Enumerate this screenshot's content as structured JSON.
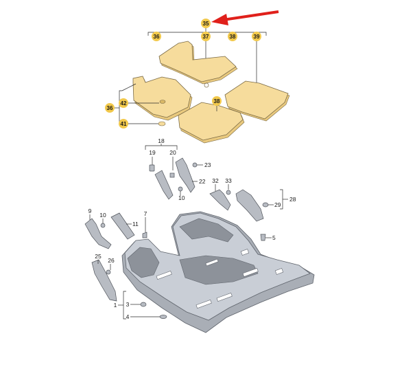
{
  "highlight_color": "#f2c94c",
  "arrow_color": "#e0201b",
  "callouts": {
    "c35": "35",
    "c36a": "36",
    "c37": "37",
    "c38a": "38",
    "c39": "39",
    "c42": "42",
    "c36b": "36",
    "c41": "41",
    "c38b": "38",
    "c18": "18",
    "c19": "19",
    "c20": "20",
    "c23": "23",
    "c22": "22",
    "c10a": "10",
    "c32": "32",
    "c33": "33",
    "c28": "28",
    "c29": "29",
    "c9": "9",
    "c10b": "10",
    "c11": "11",
    "c7": "7",
    "c5": "5",
    "c25": "25",
    "c26": "26",
    "c1": "1",
    "c3": "3",
    "c4": "4"
  }
}
